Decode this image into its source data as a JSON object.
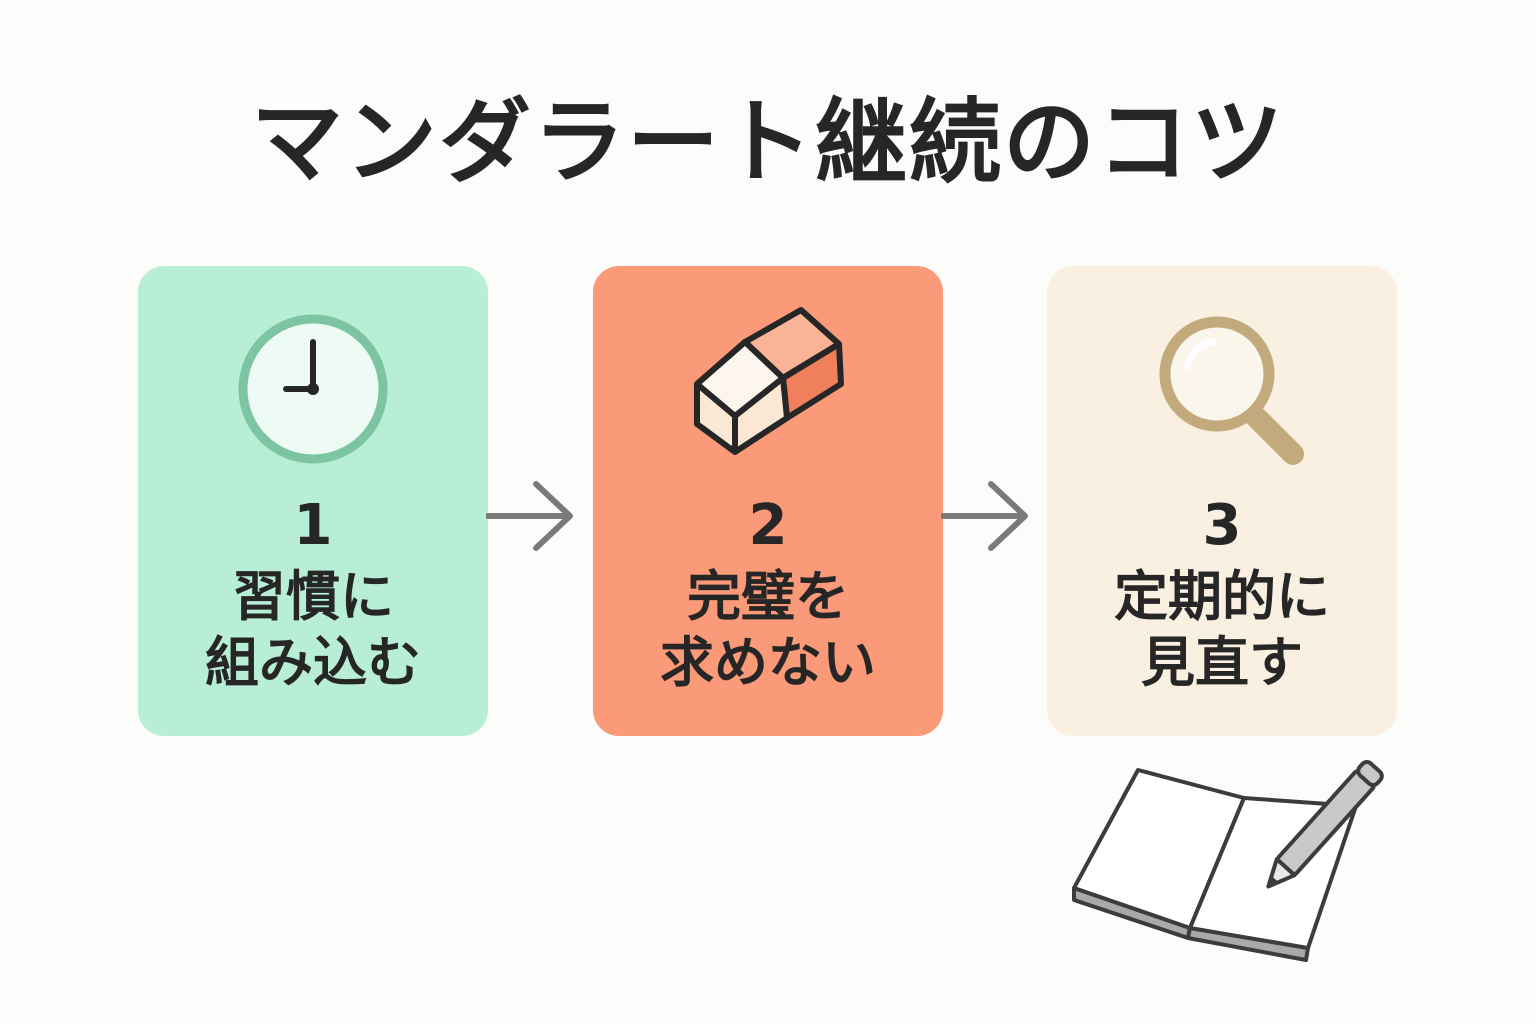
{
  "title": "マンダラート継続のコツ",
  "steps": [
    {
      "number": "1",
      "line1": "習慣に",
      "line2": "組み込む",
      "icon": "clock-icon",
      "color": "#b8eed6"
    },
    {
      "number": "2",
      "line1": "完璧を",
      "line2": "求めない",
      "icon": "eraser-icon",
      "color": "#fa9a78"
    },
    {
      "number": "3",
      "line1": "定期的に",
      "line2": "見直す",
      "icon": "magnifier-icon",
      "color": "#faf0e1"
    }
  ],
  "decoration": {
    "icon": "notebook-with-pencil-icon"
  },
  "colors": {
    "text": "#262626",
    "arrow": "#7a7a7a",
    "clock": "#7dc4a3",
    "eraser": "#f07f5c",
    "magnifier": "#c2aa7c"
  }
}
